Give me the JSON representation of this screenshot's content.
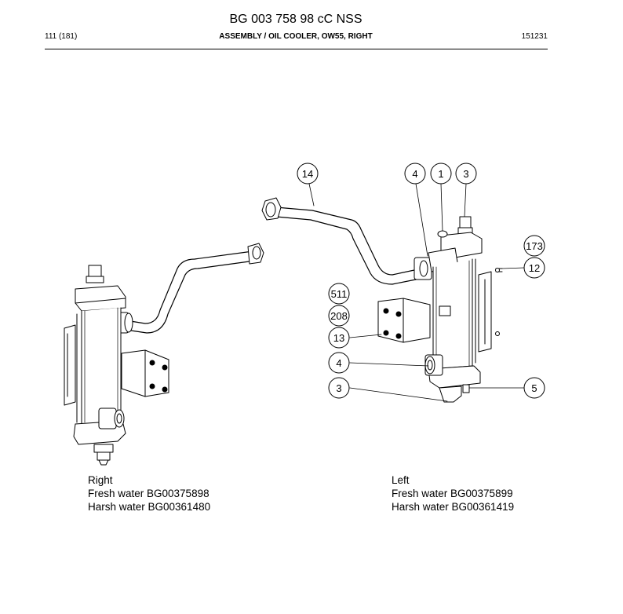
{
  "header": {
    "title": "BG 003 758 98 cC NSS",
    "page": "111 (181)",
    "subtitle": "ASSEMBLY / OIL COOLER, OW55, RIGHT",
    "doc_id": "151231"
  },
  "callouts": [
    "14",
    "4",
    "1",
    "3",
    "173",
    "12",
    "511",
    "208",
    "13",
    "4",
    "3",
    "5"
  ],
  "variants": {
    "right": {
      "label": "Right",
      "fresh": "Fresh water BG00375898",
      "harsh": "Harsh water BG00361480"
    },
    "left": {
      "label": "Left",
      "fresh": "Fresh water BG00375899",
      "harsh": "Harsh water BG00361419"
    }
  }
}
